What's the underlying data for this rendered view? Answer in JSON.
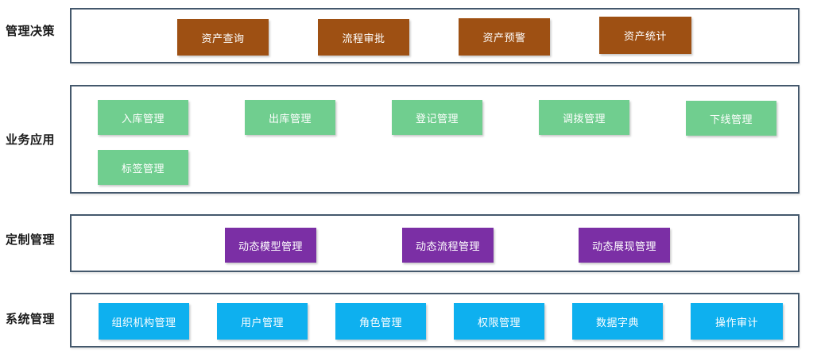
{
  "diagram": {
    "title": "asset-management-system-architecture",
    "colors": {
      "band_border": "#44586C",
      "label_text": "#1a1a1a",
      "box_text": "#ffffff",
      "layer_decision": "#9E5013",
      "layer_business": "#70CE8F",
      "layer_custom": "#7B2FA5",
      "layer_system": "#0EB0EF"
    },
    "layers": [
      {
        "label": "管理决策",
        "color": "#9E5013",
        "items": [
          "资产查询",
          "流程审批",
          "资产预警",
          "资产统计"
        ]
      },
      {
        "label": "业务应用",
        "color": "#70CE8F",
        "items": [
          "入库管理",
          "出库管理",
          "登记管理",
          "调拨管理",
          "下线管理",
          "标签管理"
        ]
      },
      {
        "label": "定制管理",
        "color": "#7B2FA5",
        "items": [
          "动态模型管理",
          "动态流程管理",
          "动态展现管理"
        ]
      },
      {
        "label": "系统管理",
        "color": "#0EB0EF",
        "items": [
          "组织机构管理",
          "用户管理",
          "角色管理",
          "权限管理",
          "数据字典",
          "操作审计"
        ]
      }
    ]
  }
}
